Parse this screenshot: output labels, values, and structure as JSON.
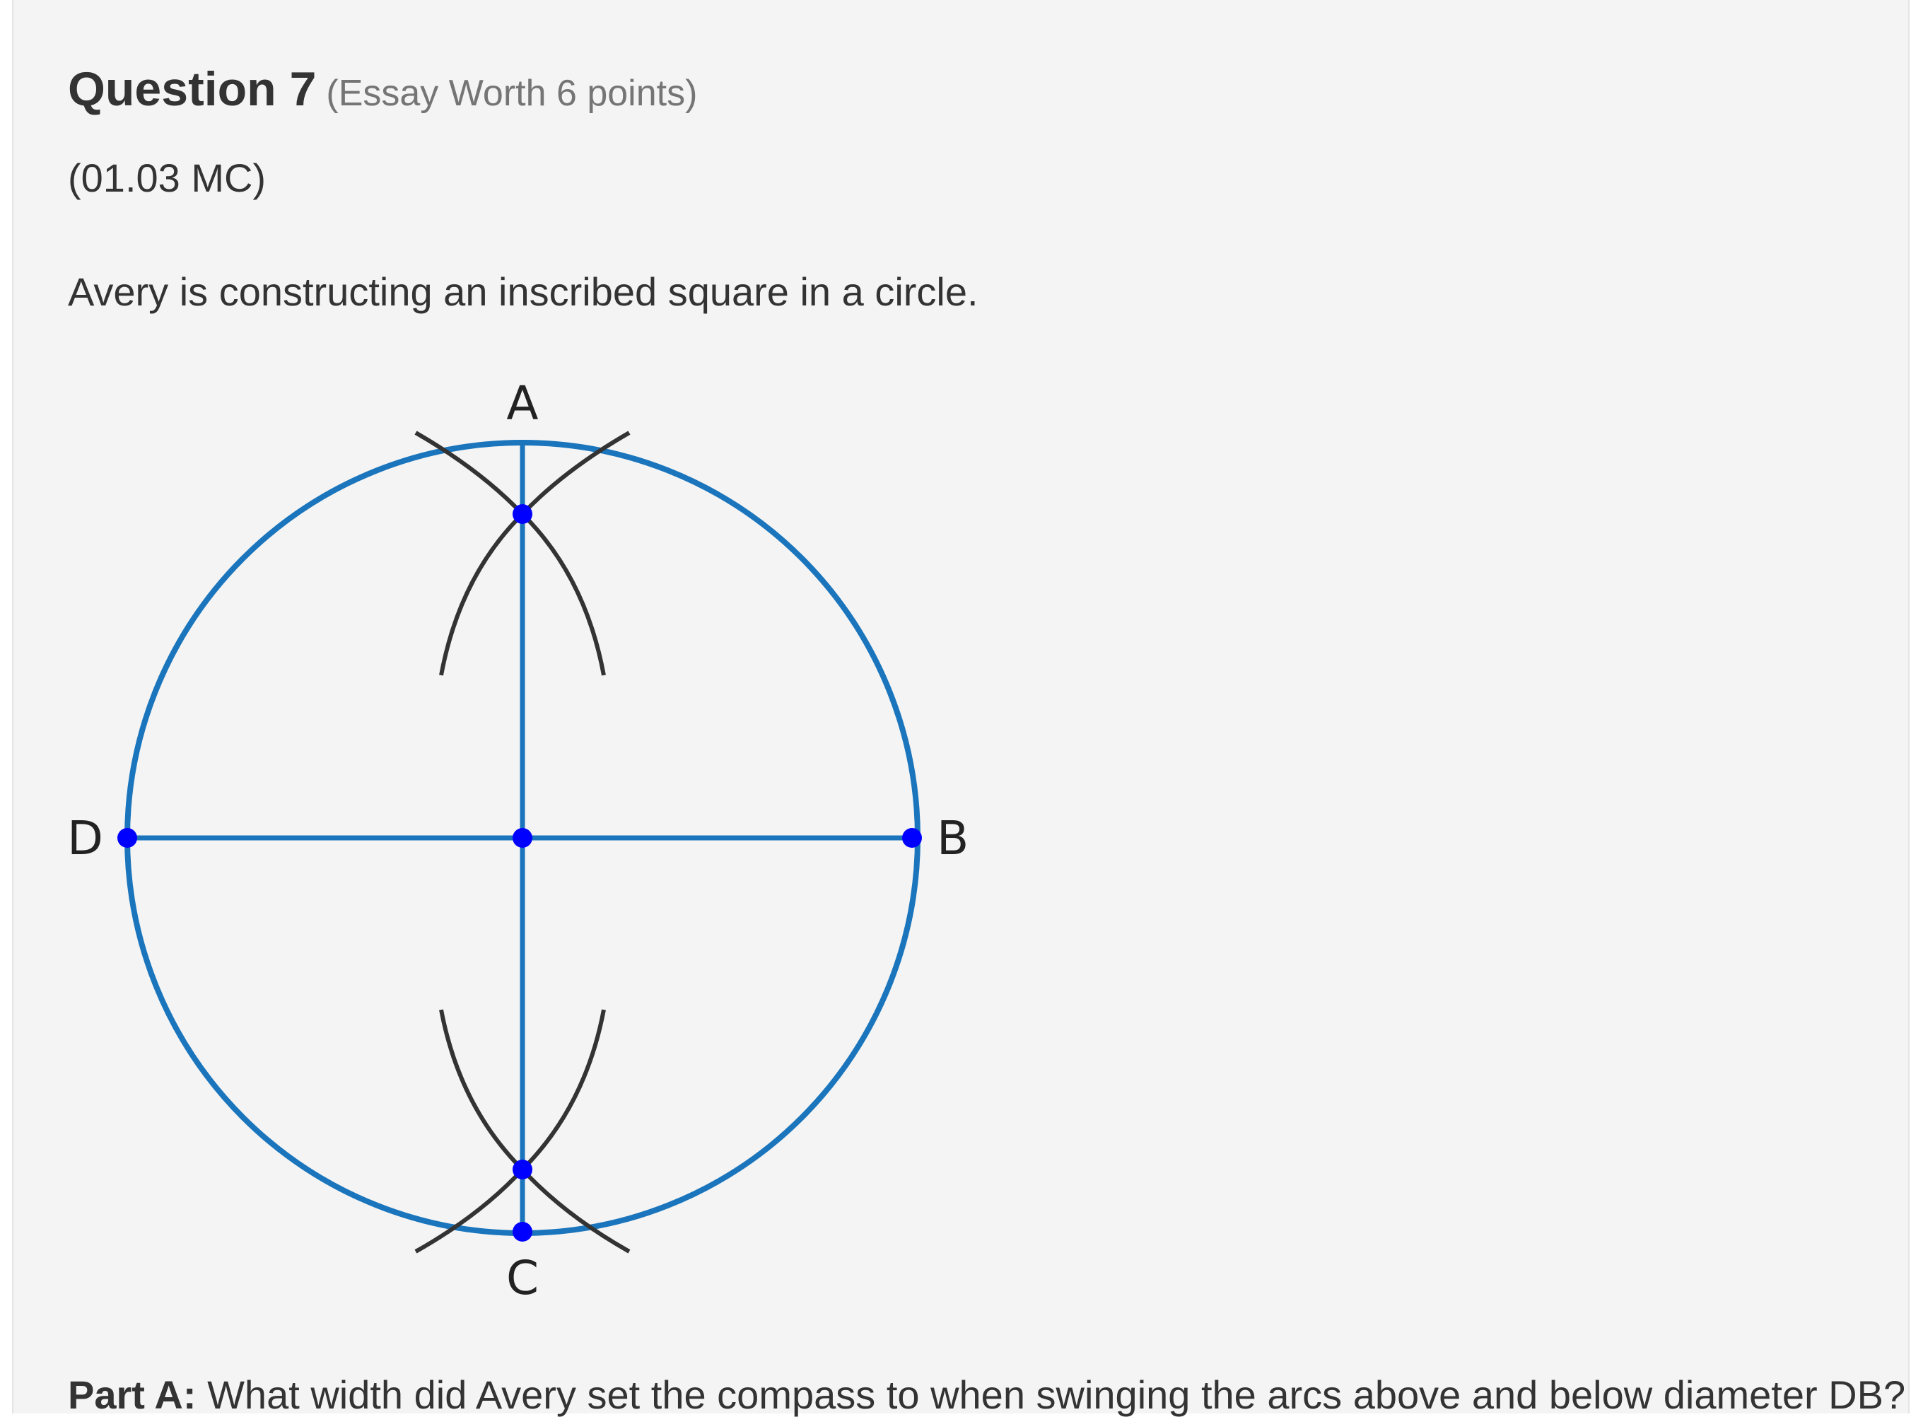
{
  "question": {
    "title": "Question 7",
    "meta": "(Essay Worth 6 points)",
    "code": "(01.03 MC)",
    "prompt": "Avery is constructing an inscribed square in a circle."
  },
  "figure": {
    "labels": {
      "A": "A",
      "B": "B",
      "C": "C",
      "D": "D"
    },
    "colors": {
      "circle": "#1a75bc",
      "points": "#0000ff",
      "arcs": "#333333"
    }
  },
  "part_a": {
    "label": "Part A:",
    "text": " What width did Avery set the compass to when swinging the arcs above and below diameter DB?"
  }
}
